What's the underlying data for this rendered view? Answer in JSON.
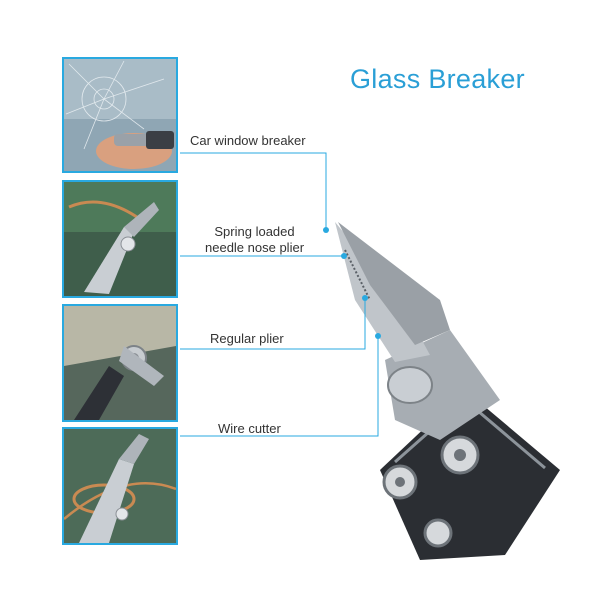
{
  "title": "Glass Breaker",
  "labels": [
    {
      "lines": [
        "Car window breaker"
      ]
    },
    {
      "lines": [
        "Spring loaded",
        "needle nose plier"
      ]
    },
    {
      "lines": [
        "Regular plier"
      ]
    },
    {
      "lines": [
        "Wire cutter"
      ]
    }
  ],
  "colors": {
    "accent": "#29a9e0",
    "title": "#2a9fd6",
    "label": "#333333",
    "steel": "#b9bec4",
    "handle": "#2b2e33"
  }
}
